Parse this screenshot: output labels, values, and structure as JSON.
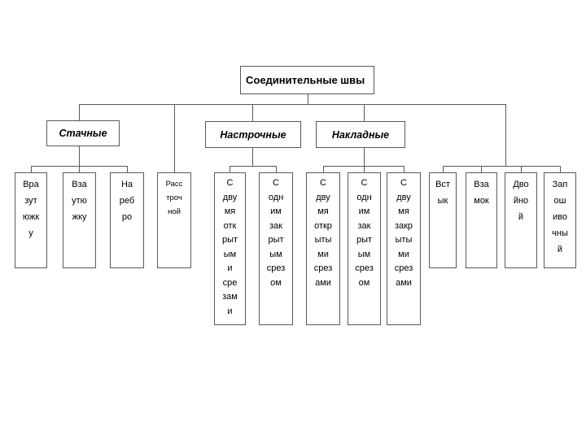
{
  "colors": {
    "background": "#ffffff",
    "border": "#595959",
    "text": "#000000"
  },
  "diagram": {
    "title": "Соединительные швы",
    "categories": {
      "stachnye": "Стачные",
      "nastrochnye": "Настрочные",
      "nakladnye": "Накладные"
    },
    "leaves": {
      "vrazutyuzhku": {
        "label": "Вразутюжку",
        "lines": [
          "Вра",
          "зут",
          "южк",
          "у"
        ]
      },
      "vzautyuzhku": {
        "label": "Взаутюжку",
        "lines": [
          "Вза",
          "утю",
          "жку"
        ]
      },
      "na_rebro": {
        "label": "На ребро",
        "lines": [
          "На",
          "реб",
          "ро"
        ]
      },
      "rasstrochnoy": {
        "label": "Расстрочной",
        "lines": [
          "Расс",
          "троч",
          "ной"
        ]
      },
      "nastrochnye_two_open": {
        "label": "С двумя открытыми срезами",
        "lines": [
          "С",
          "дву",
          "мя",
          "отк",
          "рыт",
          "ым",
          "и",
          "сре",
          "зам",
          "и"
        ]
      },
      "nastrochnye_one_closed": {
        "label": "С одним закрытым срезом",
        "lines": [
          "С",
          "одн",
          "им",
          "зак",
          "рыт",
          "ым",
          "срез",
          "ом"
        ]
      },
      "nakladnye_two_open": {
        "label": "С двумя открытыми срезами",
        "lines": [
          "С",
          "дву",
          "мя",
          "откр",
          "ыты",
          "ми",
          "срез",
          "ами"
        ]
      },
      "nakladnye_one_closed": {
        "label": "С одним закрытым срезом",
        "lines": [
          "С",
          "одн",
          "им",
          "зак",
          "рыт",
          "ым",
          "срез",
          "ом"
        ]
      },
      "nakladnye_two_closed": {
        "label": "С двумя закрытыми срезами",
        "lines": [
          "С",
          "дву",
          "мя",
          "закр",
          "ыты",
          "ми",
          "срез",
          "ами"
        ]
      },
      "vstyk": {
        "label": "Встык",
        "lines": [
          "Вст",
          "ык"
        ]
      },
      "vzamok": {
        "label": "Взамок",
        "lines": [
          "Вза",
          "мок"
        ]
      },
      "dvoynoy": {
        "label": "Двойной",
        "lines": [
          "Дво",
          "йно",
          "й"
        ]
      },
      "zaposhivochny": {
        "label": "Запошивочный",
        "lines": [
          "Зап",
          "ош",
          "иво",
          "чны",
          "й"
        ]
      }
    }
  }
}
